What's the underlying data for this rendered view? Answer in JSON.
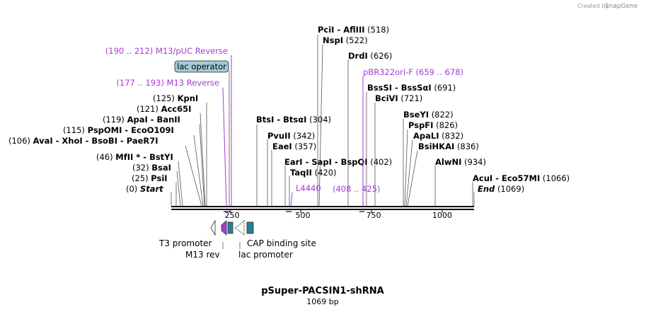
{
  "credit": {
    "created_by": "Created by",
    "brand": "SnapGene"
  },
  "plasmid": {
    "name": "pSuper-PACSIN1-shRNA",
    "length": "1069 bp"
  },
  "ruler": [
    "250",
    "500",
    "750",
    "1000"
  ],
  "sites": [
    {
      "coord": "(0)",
      "name": "Start",
      "italic": true
    },
    {
      "coord": "(25)",
      "name": "PsiI"
    },
    {
      "coord": "(32)",
      "name": "BsaI"
    },
    {
      "coord": "(46)",
      "name": "MfII * - BstYI"
    },
    {
      "coord": "(106)",
      "name": "AvaI  - XhoI  - BsoBI  - PaeR7I"
    },
    {
      "coord": "(115)",
      "name": "PspOMI  - EcoO109I"
    },
    {
      "coord": "(119)",
      "name": "ApaI  - BanII"
    },
    {
      "coord": "(121)",
      "name": "Acc65I"
    },
    {
      "coord": "(125)",
      "name": "KpnI"
    },
    {
      "coord": "(304)",
      "name": "BtsI  - BtsαI"
    },
    {
      "coord": "(342)",
      "name": "PvuII"
    },
    {
      "coord": "(357)",
      "name": "EaeI"
    },
    {
      "coord": "(402)",
      "name": "EarI  - SapI  - BspQI"
    },
    {
      "coord": "(420)",
      "name": "TaqII"
    },
    {
      "coord": "(518)",
      "name": "PciI  - AflIII"
    },
    {
      "coord": "(522)",
      "name": "NspI"
    },
    {
      "coord": "(626)",
      "name": "DrdI"
    },
    {
      "coord": "(691)",
      "name": "BssSI  - BssSαI"
    },
    {
      "coord": "(721)",
      "name": "BciVI"
    },
    {
      "coord": "(822)",
      "name": "BseYI"
    },
    {
      "coord": "(826)",
      "name": "PspFI"
    },
    {
      "coord": "(832)",
      "name": "ApaLI"
    },
    {
      "coord": "(836)",
      "name": "BsiHKAI"
    },
    {
      "coord": "(934)",
      "name": "AlwNI"
    },
    {
      "coord": "(1066)",
      "name": "AcuI  - Eco57MI"
    },
    {
      "coord": "(1069)",
      "name": "End",
      "italic": true
    }
  ],
  "primers": [
    {
      "name": "M13/pUC Reverse",
      "range": "(190 .. 212)"
    },
    {
      "name": "M13 Reverse",
      "range": "(177 .. 193)"
    },
    {
      "name": "pBR322ori-F",
      "range": "(659 .. 678)"
    },
    {
      "name": "L4440",
      "range": "(408 .. 425)"
    }
  ],
  "features": {
    "lac_operator": "lac operator",
    "t3_promoter": "T3 promoter",
    "m13_rev": "M13 rev",
    "cap_site": "CAP binding site",
    "lac_promoter": "lac promoter"
  },
  "colors": {
    "primer": "#a63bd6",
    "lac_operator_fill": "#a3cbd6",
    "teal_feature": "#2a7e94",
    "backbone": "#000000"
  }
}
